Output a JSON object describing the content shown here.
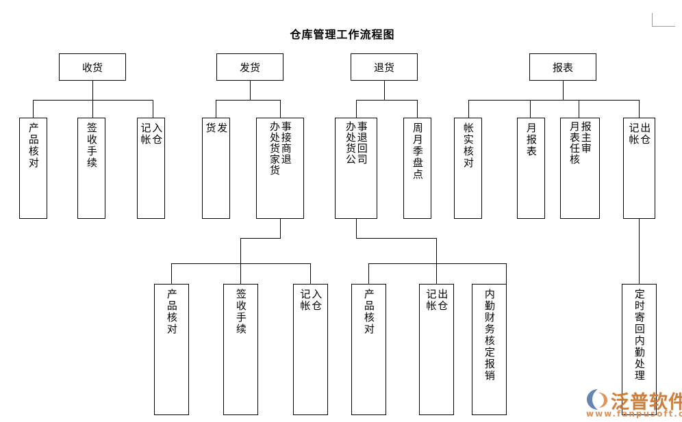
{
  "document": {
    "title": "仓库管理工作流程图",
    "crop_mark": "page-corner-mark"
  },
  "flowchart": {
    "type": "organizational-tree",
    "orientation": "top-down",
    "branches": [
      {
        "id": "receiving",
        "root": {
          "label": "收货",
          "text_mode": "horizontal"
        },
        "children": [
          {
            "label": "产品核对",
            "text_mode": "vertical"
          },
          {
            "label": "签收手续",
            "text_mode": "vertical"
          },
          {
            "label": "入仓\n记帐",
            "text_mode": "vertical"
          }
        ]
      },
      {
        "id": "shipping",
        "root": {
          "label": "发货",
          "text_mode": "horizontal"
        },
        "children": [
          {
            "label": "发\n货",
            "text_mode": "vertical"
          },
          {
            "label_right": "事接商退",
            "label_left": "办处货家货",
            "text_mode": "vertical-two-column"
          }
        ],
        "sub_children": [
          {
            "label": "产品核对",
            "text_mode": "vertical"
          },
          {
            "label": "签收手续",
            "text_mode": "vertical"
          },
          {
            "label": "入仓\n记帐",
            "text_mode": "vertical"
          }
        ]
      },
      {
        "id": "returns",
        "root": {
          "label": "退货",
          "text_mode": "horizontal"
        },
        "children": [
          {
            "label_right": "事退回司",
            "label_left": "办处货公",
            "text_mode": "vertical-two-column"
          },
          {
            "label": "周月季盘点",
            "text_mode": "vertical"
          }
        ],
        "sub_children": [
          {
            "label": "产品核对",
            "text_mode": "vertical"
          },
          {
            "label": "出仓\n记帐",
            "text_mode": "vertical"
          },
          {
            "label": "内勤财务核定报销",
            "text_mode": "vertical"
          }
        ]
      },
      {
        "id": "reports",
        "root": {
          "label": "报表",
          "text_mode": "horizontal"
        },
        "children": [
          {
            "label": "帐实核对",
            "text_mode": "vertical"
          },
          {
            "label": "月报表",
            "text_mode": "vertical"
          },
          {
            "label_right": "报主审",
            "label_left": "月表任核",
            "text_mode": "vertical-two-column"
          },
          {
            "label": "出仓\n记帐",
            "text_mode": "vertical"
          }
        ],
        "sub_children": [
          {
            "label": "定时寄回内勤处理",
            "text_mode": "vertical"
          }
        ]
      }
    ]
  },
  "watermark": {
    "brand": "泛普软件",
    "url": "www.fanpusoft.com",
    "logo_icon": "fanpu-swirl-logo-icon",
    "brand_color": "#c8762e"
  }
}
